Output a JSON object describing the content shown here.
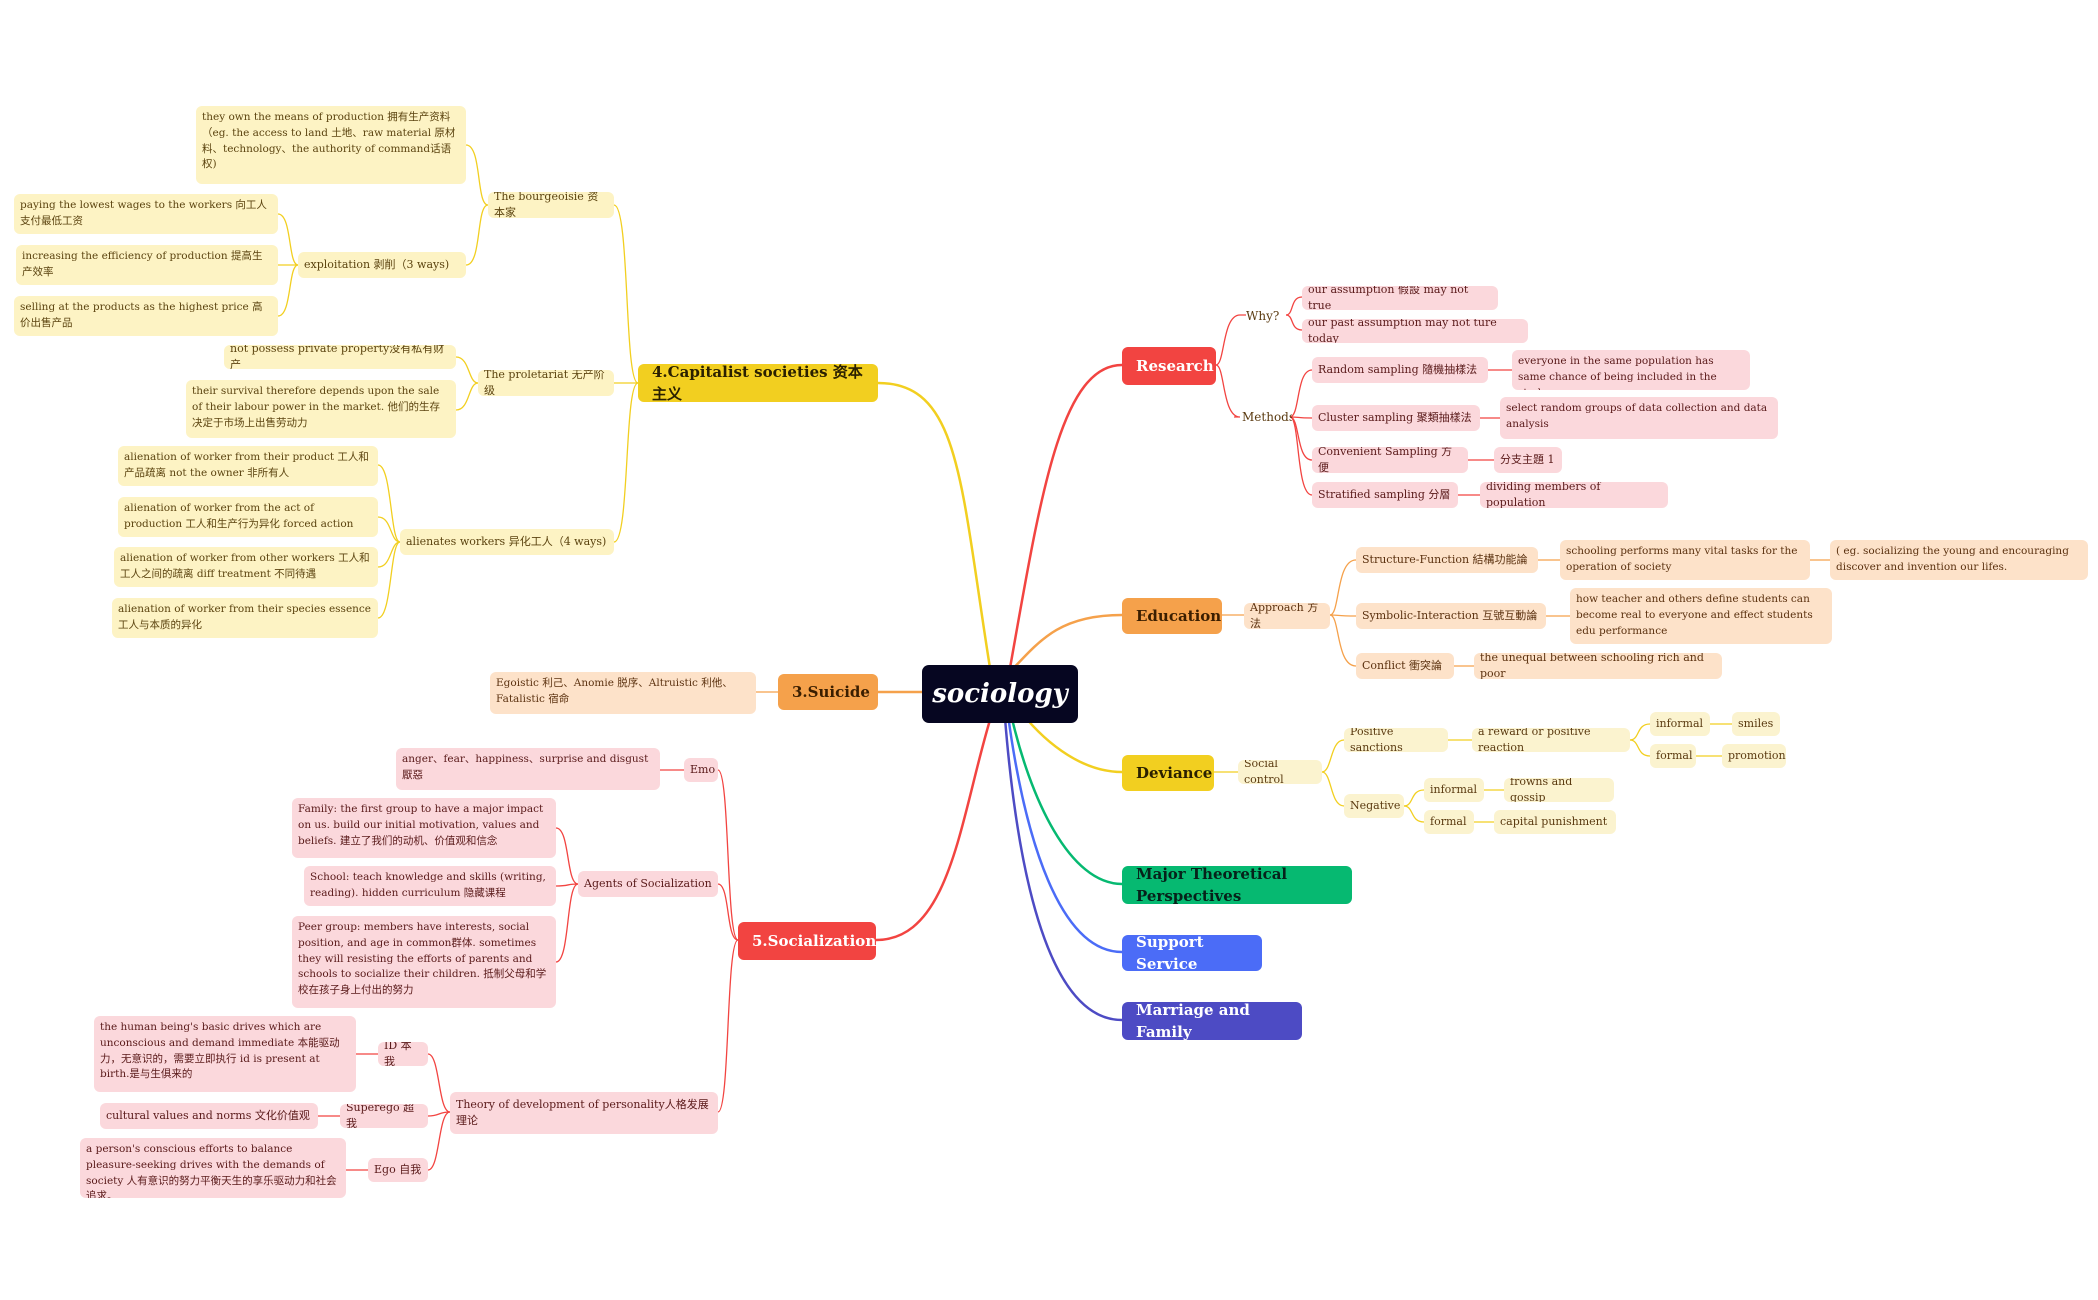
{
  "root": "sociology",
  "colors": {
    "research": "#f24441",
    "education": "#f5a14b",
    "deviance": "#f2cf20",
    "theory": "#06b971",
    "support": "#4b6cf7",
    "marriage": "#4d4bc4",
    "capitalist": "#f2cf20",
    "suicide": "#f5a14b",
    "socialization": "#f24441"
  },
  "right": {
    "research": {
      "label": "Research",
      "why": {
        "label": "Why?",
        "items": [
          "our assumption 假設 may not true",
          "our past assumption may not ture today"
        ]
      },
      "methods": {
        "label": "Methods",
        "items": [
          {
            "label": "Random sampling 隨機抽樣法",
            "detail": "everyone in the same population has same chance of being included in the study"
          },
          {
            "label": "Cluster sampling 聚類抽樣法",
            "detail": "select random groups of data collection and data analysis"
          },
          {
            "label": "Convenient Sampling 方便",
            "detail": "分支主題 1"
          },
          {
            "label": "Stratified sampling 分層",
            "detail": "dividing members of  population"
          }
        ]
      }
    },
    "education": {
      "label": "Education",
      "approach": "Approach 方法",
      "items": [
        {
          "label": "Structure-Function 結構功能論",
          "detail": "schooling performs many vital tasks for the operation of society",
          "detail2": "( eg.  socializing the young and encouraging discover and invention our lifes."
        },
        {
          "label": "Symbolic-Interaction 互號互動論",
          "detail": "how teacher and others define students can become real to everyone and effect students edu performance"
        },
        {
          "label": "Conflict 衝突論",
          "detail": "the unequal between schooling rich and poor"
        }
      ]
    },
    "deviance": {
      "label": "Deviance",
      "control": "Social control",
      "positive": "Positive sanctions",
      "reward": "a reward or positive reaction",
      "informal": "informal",
      "smiles": "smiles",
      "formal": "formal",
      "promotion": "promotion",
      "negative": "Negative",
      "ninformal": "informal",
      "frowns": "frowns and gossip",
      "nformal": "formal",
      "capital": "capital punishment"
    },
    "theory": "Major Theoretical Perspectives",
    "support": "Support Service",
    "marriage": "Marriage and Family"
  },
  "left": {
    "capitalist": {
      "label": "4.Capitalist societies 资本主义",
      "bourgeoisie": "The bourgeoisie 资本家",
      "own": "they own the means of production 拥有生产资料（eg. the access to land 土地、raw material 原材料、technology、the authority of command话语权)",
      "exploitation": "exploitation 剥削（3 ways)",
      "ways": [
        "paying the lowest wages to the workers 向工人支付最低工资",
        "increasing the efficiency of production 提高生产效率",
        "selling at the products as the highest price 高价出售产品"
      ],
      "proletariat": "The proletariat 无产阶级",
      "notpossess": "not possess private property没有私有财产",
      "survival": "their survival therefore depends upon the sale of their labour power in the market. 他们的生存决定于市场上出售劳动力",
      "alienates": "alienates workers 异化工人（4 ways)",
      "alienation": [
        "alienation of worker from their product 工人和产品疏离 not the owner 非所有人",
        "alienation of worker from the act of production 工人和生产行为异化 forced action",
        "alienation of worker from other workers 工人和工人之间的疏离 diff treatment 不同待遇",
        "alienation of worker from their species essence 工人与本质的异化"
      ]
    },
    "suicide": {
      "label": "3.Suicide",
      "detail": "Egoistic 利己、Anomie 脱序、Altruistic 利他、Fatalistic 宿命"
    },
    "socialization": {
      "label": "5.Socialization",
      "emo": "Emo",
      "emodetail": "anger、fear、happiness、surprise and disgust 厭惡",
      "agents": "Agents of Socialization",
      "family": "Family: the first group to have a major impact on us. build our initial motivation, values and beliefs. 建立了我们的动机、价值观和信念",
      "school": "School: teach knowledge and skills (writing, reading).  hidden curriculum 隐藏课程",
      "peer": "Peer group: members have interests, social position, and age in common群体. sometimes they will resisting the efforts of parents and schools to socialize their children. 抵制父母和学校在孩子身上付出的努力",
      "theory": "Theory of development of personality人格发展理论",
      "id": "ID 本我",
      "iddetail": "the human being's basic drives which are unconscious and demand immediate 本能驱动力，无意识的，需要立即执行 id is present at birth.是与生俱来的",
      "superego": "Superego 超我",
      "superegodetail": "cultural values and norms 文化价值观",
      "ego": "Ego 自我",
      "egodetail": "a person's conscious efforts to balance pleasure-seeking drives with the demands of society 人有意识的努力平衡天生的享乐驱动力和社会追求。"
    }
  }
}
